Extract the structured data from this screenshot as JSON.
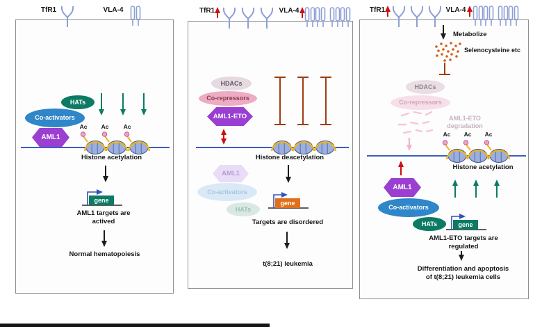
{
  "palette": {
    "teal": "#0d7a63",
    "blue": "#2f86c8",
    "purple": "#9a3fd1",
    "pink_repressor": "#ecacc2",
    "hdac_mauve": "#e7d9e0",
    "gene_orange": "#df6f1a",
    "inhibition_brick": "#a03c12",
    "red_up": "#cc1111",
    "dna_blue": "#3a5fc0",
    "nucleosome_blue": "#9db0dc",
    "dna_yellow": "#eeb41d",
    "acetyl_pink": "#f0a0c8",
    "receptor_periwinkle": "#8d9ed6",
    "selenium_orange": "#d2601a"
  },
  "p1": {
    "tfr1": "TfR1",
    "vla4": "VLA-4",
    "hats": "HATs",
    "coactivators": "Co-activators",
    "aml1": "AML1",
    "ac": "Ac",
    "histone": "Histone acetylation",
    "gene": "gene",
    "targets": "AML1 targets are actived",
    "outcome": "Normal hematopoiesis"
  },
  "p2": {
    "tfr1": "TfR1",
    "vla4": "VLA-4",
    "hdacs": "HDACs",
    "corepressors": "Co-repressors",
    "aml1eto": "AML1-ETO",
    "histone": "Histone deacetylation",
    "aml1": "AML1",
    "coactivators": "Co-activators",
    "hats": "HATs",
    "gene": "gene",
    "targets": "Targets are disordered",
    "outcome": "t(8;21) leukemia"
  },
  "p3": {
    "tfr1": "TfR1",
    "vla4": "VLA-4",
    "metabolize": "Metabolize",
    "selenocysteine": "Selenocysteine etc",
    "hdacs": "HDACs",
    "corepressors": "Co-repressors",
    "degradation": "AML1-ETO degradation",
    "ac": "Ac",
    "histone": "Histone acetylation",
    "aml1": "AML1",
    "coactivators": "Co-activators",
    "hats": "HATs",
    "gene": "gene",
    "targets": "AML1-ETO targets are regulated",
    "outcome": "Differentiation and apoptosis of t(8;21) leukemia cells"
  }
}
